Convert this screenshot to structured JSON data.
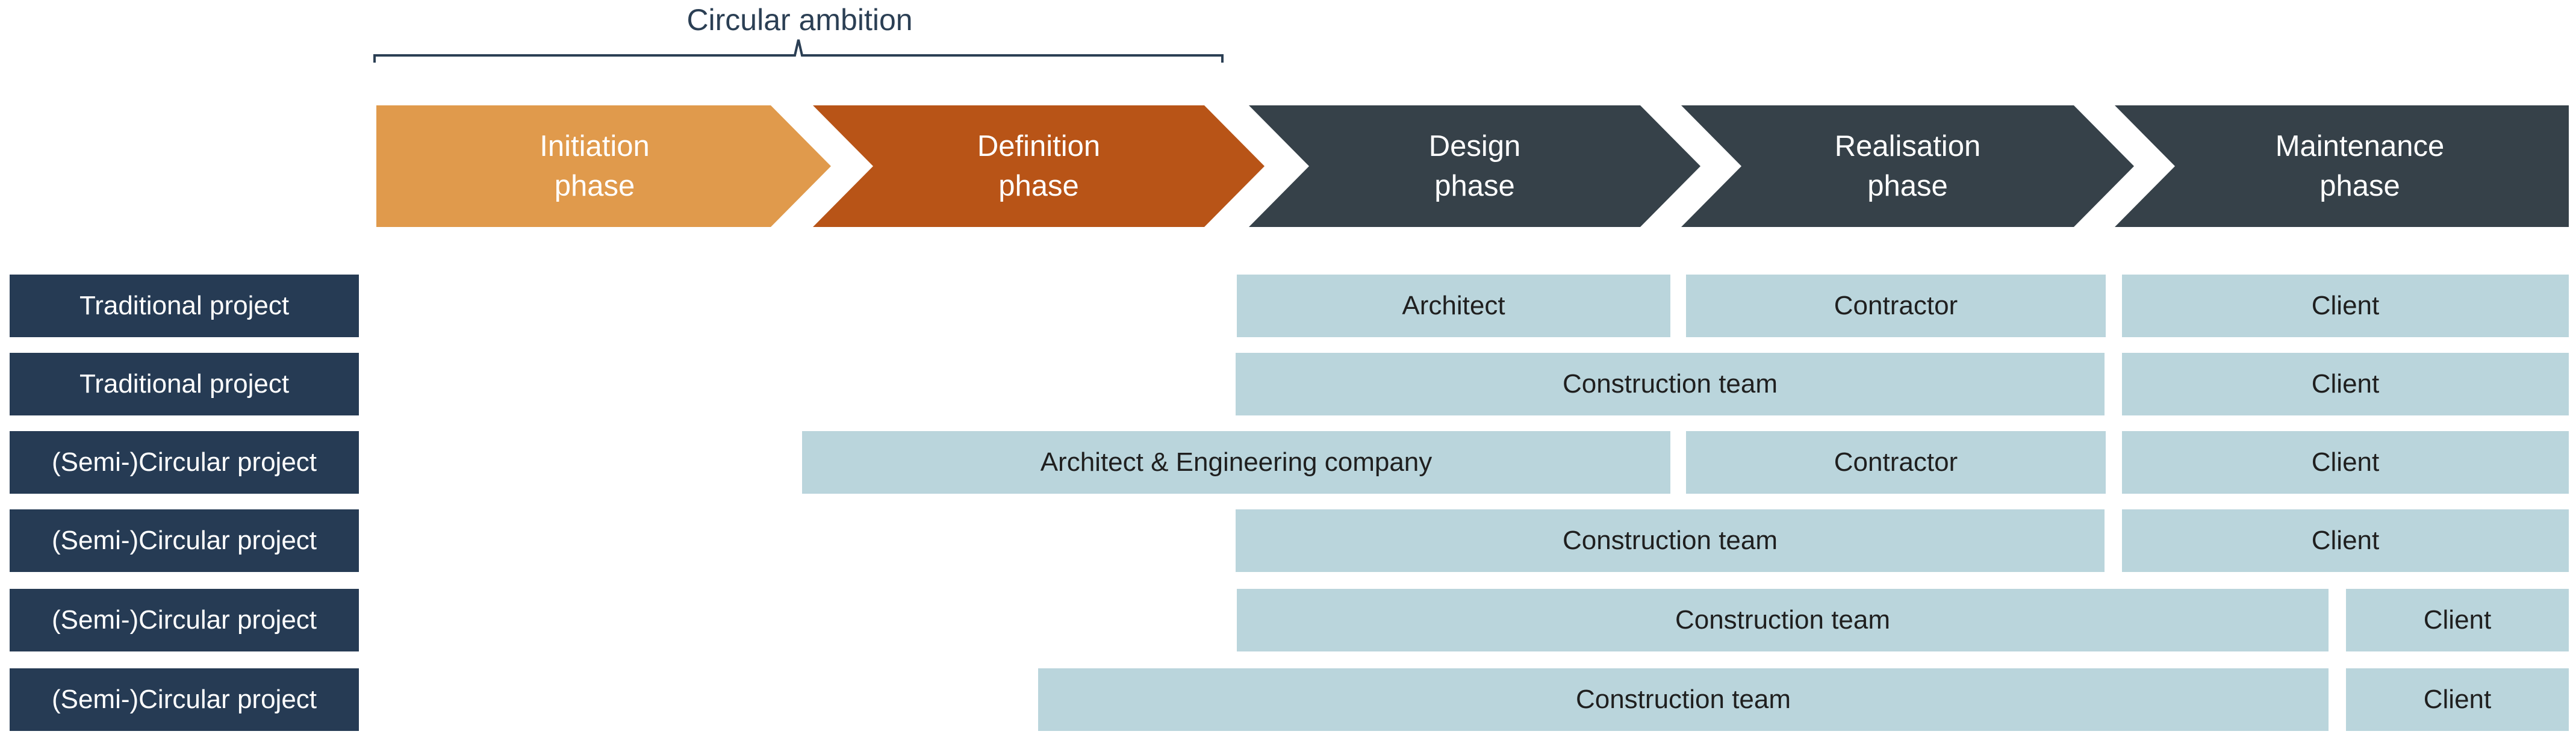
{
  "ambition": {
    "label": "Circular ambition"
  },
  "phases": [
    {
      "line1": "Initiation",
      "line2": "phase",
      "color": "#e09a4c"
    },
    {
      "line1": "Definition",
      "line2": "phase",
      "color": "#b85417"
    },
    {
      "line1": "Design",
      "line2": "phase",
      "color": "#364149"
    },
    {
      "line1": "Realisation",
      "line2": "phase",
      "color": "#364149"
    },
    {
      "line1": "Maintenance",
      "line2": "phase",
      "color": "#364149"
    }
  ],
  "rows": [
    {
      "label": "Traditional project",
      "segments": [
        "Architect",
        "Contractor",
        "Client"
      ]
    },
    {
      "label": "Traditional project",
      "segments": [
        "Construction team",
        "Client"
      ]
    },
    {
      "label": "(Semi-)Circular project",
      "segments": [
        "Architect & Engineering company",
        "Contractor",
        "Client"
      ]
    },
    {
      "label": "(Semi-)Circular project",
      "segments": [
        "Construction team",
        "Client"
      ]
    },
    {
      "label": "(Semi-)Circular project",
      "segments": [
        "Construction team",
        "Client"
      ]
    },
    {
      "label": "(Semi-)Circular project",
      "segments": [
        "Construction team",
        "Client"
      ]
    }
  ],
  "colors": {
    "row_label_bg": "#263b54",
    "bar_bg": "#bad5dc",
    "bracket": "#2b3f54"
  }
}
